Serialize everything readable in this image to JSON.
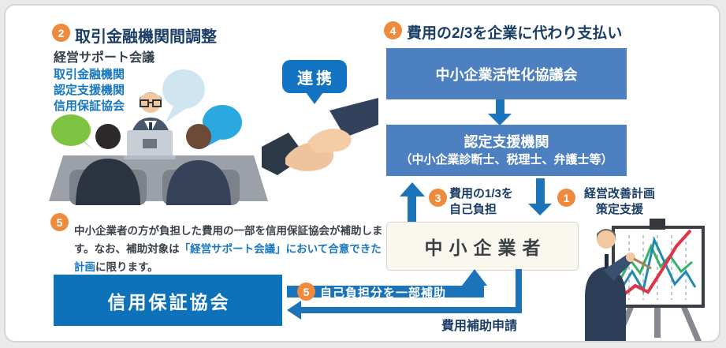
{
  "steps": {
    "s1": {
      "num": "1",
      "line1": "経営改善計画",
      "line2": "策定支援"
    },
    "s2": {
      "num": "2",
      "title": "取引金融機関間調整"
    },
    "s3": {
      "num": "3",
      "line1": "費用の1/3を",
      "line2": "自己負担"
    },
    "s4": {
      "num": "4",
      "title": "費用の2/3を企業に代わり支払い"
    },
    "s5": {
      "num": "5"
    }
  },
  "meeting": {
    "subtitle": "経営サポート会議",
    "members": [
      "取引金融機関",
      "認定支援機関",
      "信用保証協会"
    ]
  },
  "link": {
    "label": "連携"
  },
  "boxes": {
    "council": "中小企業活性化協議会",
    "agency_line1": "認定支援機関",
    "agency_line2": "（中小企業診断士、税理士、弁護士等）",
    "sme": "中小企業者",
    "guarantee": "信用保証協会"
  },
  "note": {
    "part1": "中小企業者の方が負担した費用の一部を信用保証協会が補助します。なお、補助対象は",
    "part2": "「経営サポート会議」において合意できた計画",
    "part3": "に限ります。"
  },
  "arrows": {
    "subsidy": "自己負担分を一部補助",
    "apply": "費用補助申請"
  },
  "colors": {
    "accent_orange": "#ee8a3e",
    "box_blue": "#4d80c1",
    "deep_blue": "#0d72b9",
    "arrow_blue": "#1b73ba",
    "text_navy": "#1b3e66",
    "text_blue": "#1878be"
  }
}
